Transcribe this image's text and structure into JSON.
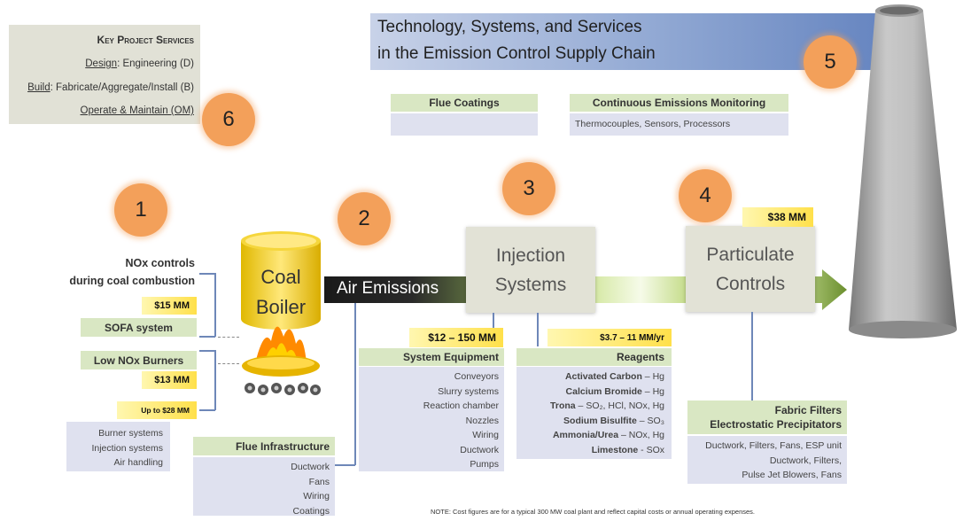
{
  "title": {
    "line1": "Technology, Systems, and Services",
    "line2": "in the Emission Control Supply Chain"
  },
  "key_services": {
    "heading": "Key Project Services",
    "design_lead": "Design",
    "design_rest": ": Engineering (D)",
    "build_lead": "Build",
    "build_rest": ": Fabricate/Aggregate/Install (B)",
    "operate": "Operate & Maintain (OM)"
  },
  "circles": [
    "1",
    "2",
    "3",
    "4",
    "5",
    "6"
  ],
  "nox": {
    "line1": "NOx controls",
    "line2": "during coal combustion"
  },
  "sofa": {
    "price": "$15 MM",
    "label": "SOFA system"
  },
  "low_nox": {
    "label": "Low NOx Burners",
    "price": "$13 MM"
  },
  "upto": "Up to $28 MM",
  "burner_list": [
    "Burner systems",
    "Injection systems",
    "Air handling"
  ],
  "boiler": {
    "line1": "Coal",
    "line2": "Boiler"
  },
  "air_emissions": "Air Emissions",
  "flue_infra": {
    "heading": "Flue Infrastructure",
    "items": [
      "Ductwork",
      "Fans",
      "Wiring",
      "Coatings"
    ]
  },
  "injection": {
    "line1": "Injection",
    "line2": "Systems"
  },
  "system_equipment": {
    "price": "$12 – 150 MM",
    "heading": "System Equipment",
    "items": [
      "Conveyors",
      "Slurry systems",
      "Reaction chamber",
      "Nozzles",
      "Wiring",
      "Ductwork",
      "Pumps"
    ]
  },
  "reagents": {
    "price": "$3.7 – 11 MM/yr",
    "heading": "Reagents",
    "items": [
      {
        "bold": "Activated Carbon",
        "rest": " – Hg"
      },
      {
        "bold": "Calcium Bromide",
        "rest": " – Hg"
      },
      {
        "bold": "Trona",
        "rest": " – SO₂, HCl, NOx, Hg"
      },
      {
        "bold": "Sodium Bisulfite",
        "rest": " – SO₃"
      },
      {
        "bold": "Ammonia/Urea",
        "rest": " – NOx, Hg"
      },
      {
        "bold": "Limestone",
        "rest": " - SOx"
      }
    ]
  },
  "particulate": {
    "line1": "Particulate",
    "line2": "Controls",
    "price": "$38 MM"
  },
  "fabric": {
    "line1": "Fabric Filters",
    "line2": "Electrostatic Precipitators",
    "items": [
      "Ductwork, Filters, Fans, ESP unit",
      "Ductwork, Filters,",
      "Pulse Jet Blowers, Fans"
    ]
  },
  "flue_coatings": "Flue Coatings",
  "cem": {
    "heading": "Continuous Emissions Monitoring",
    "text": "Thermocouples, Sensors, Processors"
  },
  "note": "NOTE: Cost figures are for a typical 300 MW coal plant and reflect capital costs or annual operating expenses.",
  "colors": {
    "circle": "#f3a05a",
    "green_box": "#d9e7c3",
    "lavender_box": "#dfe1ef",
    "price": "#ffe04a",
    "connector": "#6e87b8"
  }
}
